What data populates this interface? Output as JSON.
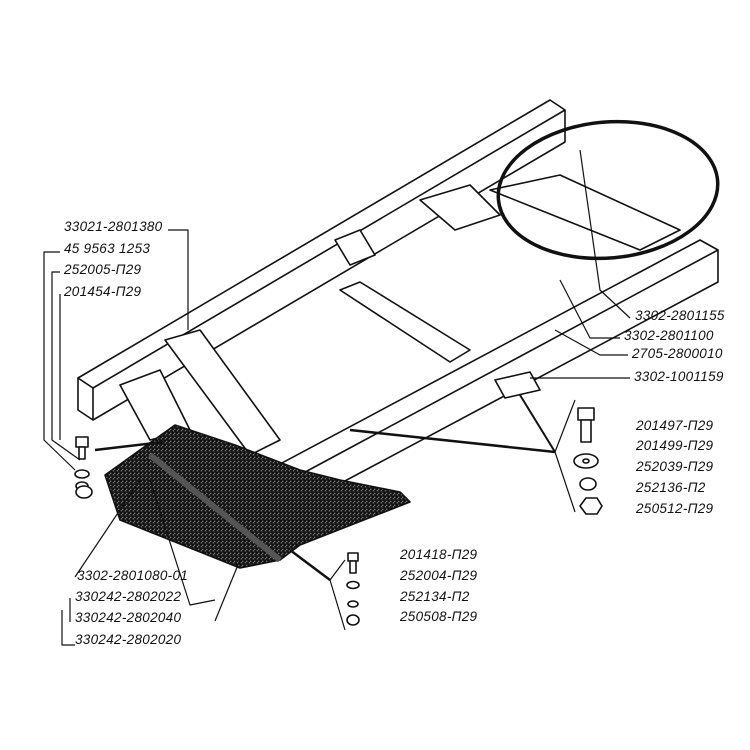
{
  "colors": {
    "ink": "#111111",
    "fill": "#d8d8d8",
    "background": "#ffffff"
  },
  "labels": {
    "left_top": [
      "33021-2801380",
      "45 9563 1253",
      "252005-П29",
      "201454-П29"
    ],
    "right_top": [
      "3302-2801155",
      "3302-2801100",
      "2705-2800010",
      "3302-1001159"
    ],
    "right_fasteners": [
      "201497-П29",
      "201499-П29",
      "252039-П29",
      "252136-П2",
      "250512-П29"
    ],
    "bottom_left": [
      "3302-2801080-01",
      "330242-2802022",
      "330242-2802040",
      "330242-2802020"
    ],
    "bottom_fasteners": [
      "201418-П29",
      "252004-П29",
      "252134-П2",
      "250508-П29"
    ]
  }
}
